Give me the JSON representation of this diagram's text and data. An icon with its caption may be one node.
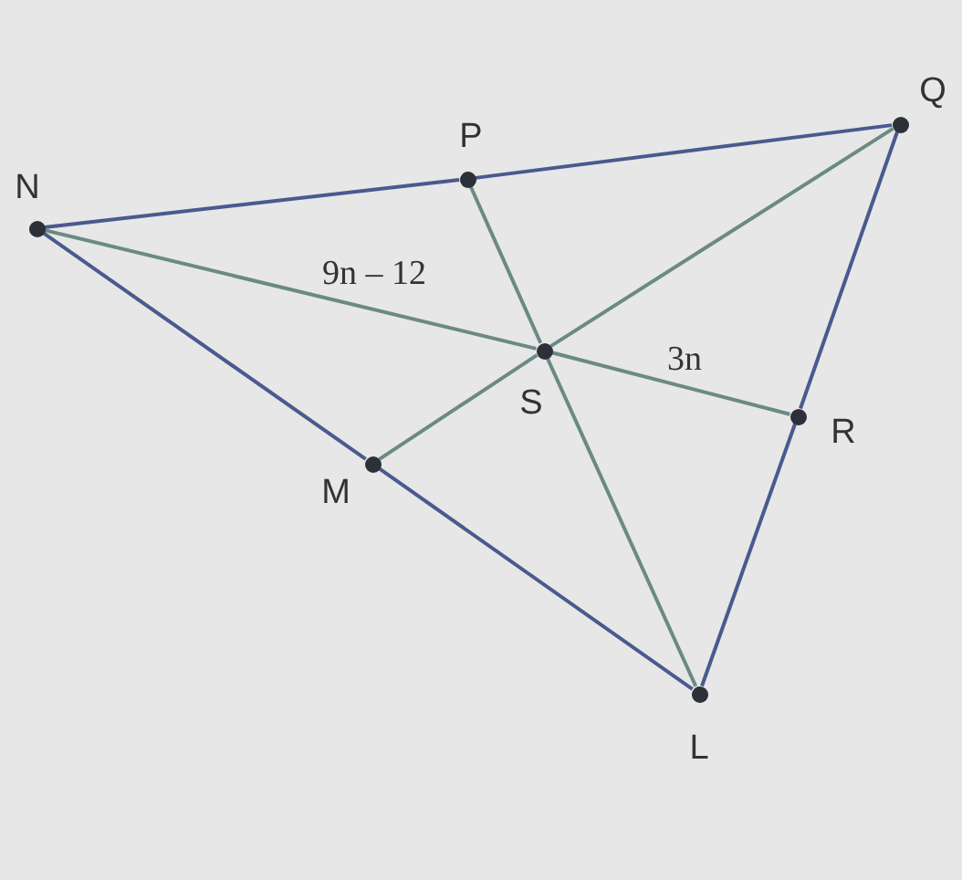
{
  "diagram": {
    "nodes": [
      {
        "text": [],
        "shape": "circle"
      },
      {
        "text": [],
        "shape": "circle"
      },
      {
        "text": [],
        "shape": "circle"
      },
      {
        "text": [],
        "shape": "circle"
      },
      {
        "text": [],
        "shape": "circle"
      },
      {
        "text": [],
        "shape": "circle"
      },
      {
        "text": [],
        "shape": "circle"
      }
    ],
    "edges": [
      {
        "from": 0,
        "to": 1,
        "arrow": "none",
        "color": "#4a5a8e"
      },
      {
        "from": 1,
        "to": 2,
        "arrow": "none",
        "color": "#4a5a8e"
      },
      {
        "from": 2,
        "to": 4,
        "arrow": "none",
        "color": "#4a5a8e"
      },
      {
        "from": 4,
        "to": 6,
        "arrow": "none",
        "color": "#4a5a8e"
      },
      {
        "from": 6,
        "to": 5,
        "arrow": "none",
        "color": "#4a5a8e"
      },
      {
        "from": 5,
        "to": 0,
        "arrow": "none",
        "color": "#4a5a8e"
      },
      {
        "from": 0,
        "to": 3,
        "arrow": "none",
        "label": "9n – 12",
        "color": "#6a8a82"
      },
      {
        "from": 3,
        "to": 4,
        "arrow": "none",
        "label": "3n",
        "color": "#6a8a82"
      },
      {
        "from": 1,
        "to": 3,
        "arrow": "none",
        "color": "#6a8a82"
      },
      {
        "from": 3,
        "to": 6,
        "arrow": "none",
        "color": "#6a8a82"
      },
      {
        "from": 2,
        "to": 3,
        "arrow": "none",
        "color": "#6a8a82"
      },
      {
        "from": 3,
        "to": 5,
        "arrow": "none",
        "color": "#6a8a82"
      }
    ],
    "labels": [
      "Q",
      "P",
      "N",
      "S",
      "R",
      "M",
      "L"
    ]
  }
}
